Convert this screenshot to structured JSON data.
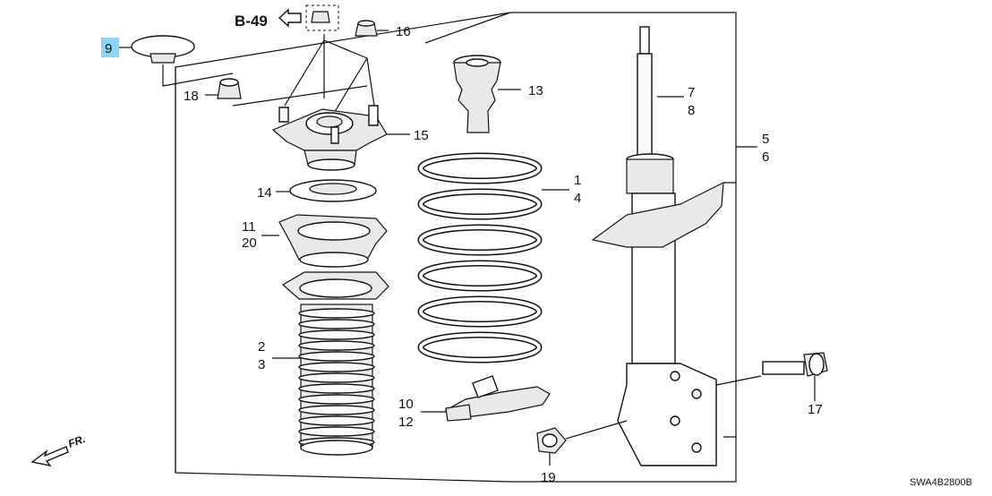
{
  "diagram": {
    "reference": "B-49",
    "direction_label": "FR.",
    "code": "SWA4B2800B",
    "callouts": {
      "c9": "9",
      "c16": "16",
      "c18": "18",
      "c13": "13",
      "c15": "15",
      "c7": "7",
      "c8": "8",
      "c5": "5",
      "c6": "6",
      "c14": "14",
      "c11": "11",
      "c20": "20",
      "c1": "1",
      "c4": "4",
      "c2": "2",
      "c3": "3",
      "c10": "10",
      "c12": "12",
      "c17": "17",
      "c19": "19"
    },
    "highlight_color": "#8fd3f7"
  }
}
